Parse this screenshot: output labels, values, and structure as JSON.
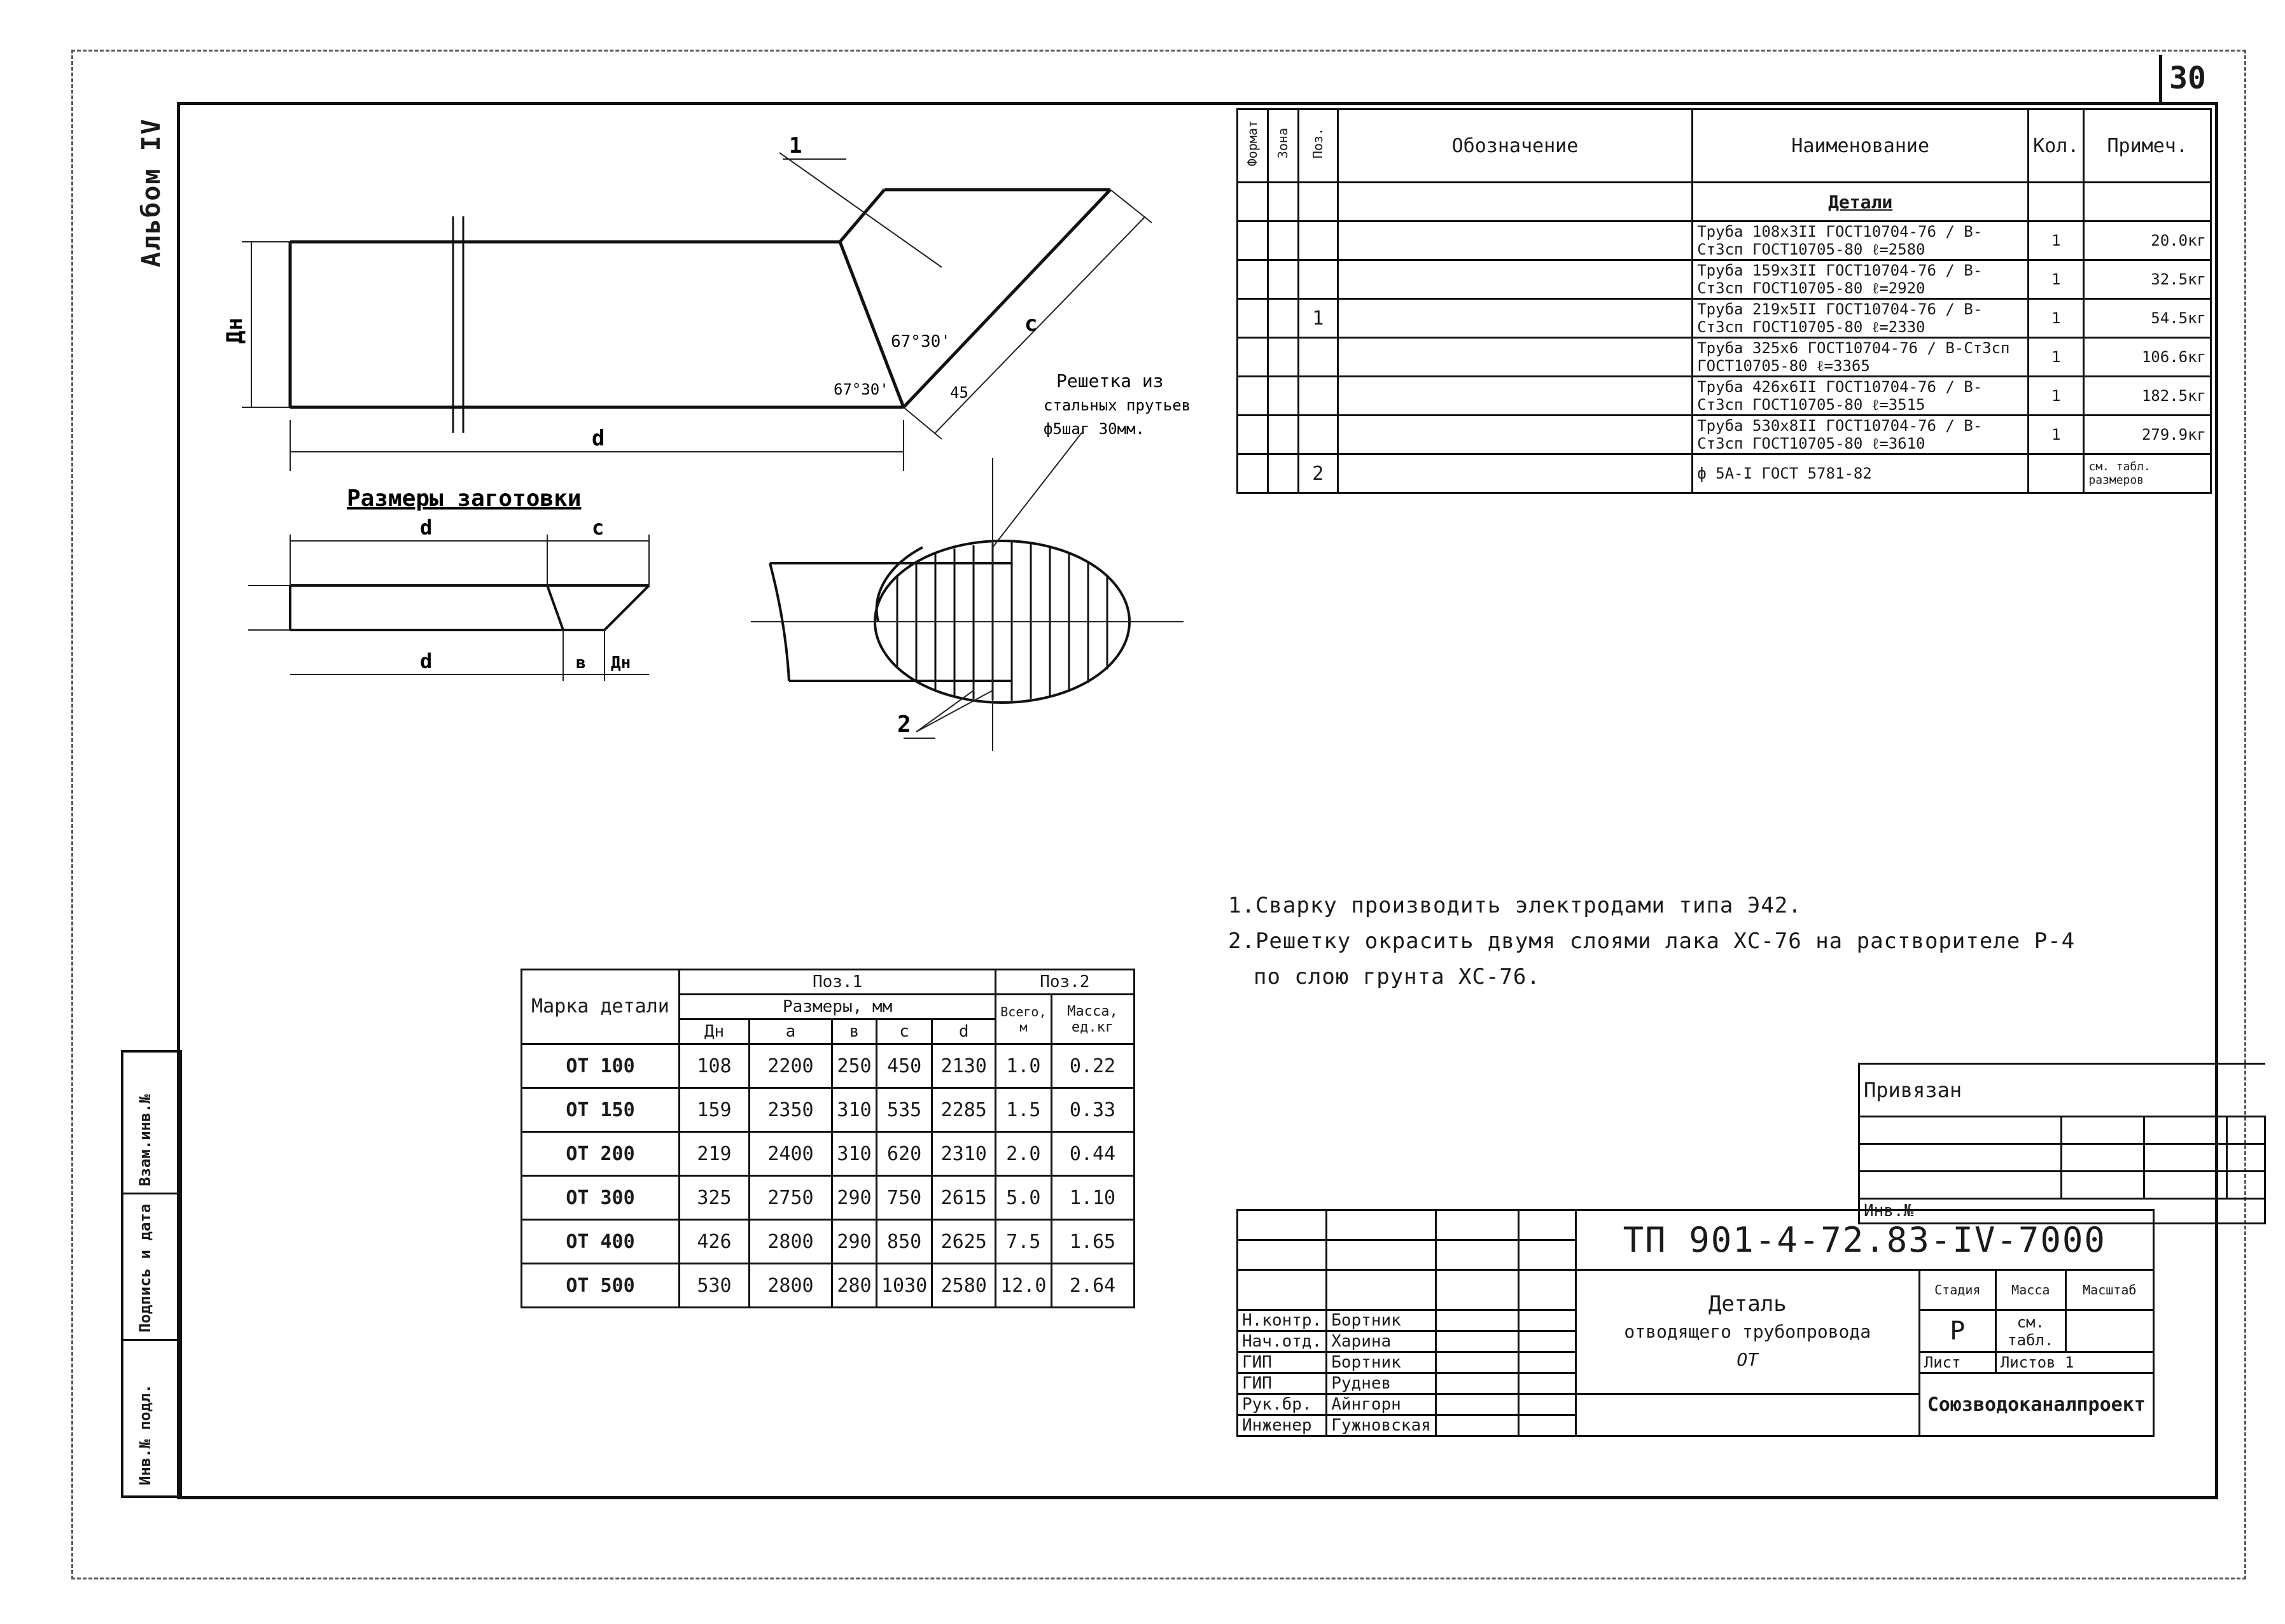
{
  "page_number": "30",
  "album": "Альбом IV",
  "left_strip": {
    "labels": [
      "Инв.№ подл.",
      "Подпись и дата",
      "Взам.инв.№"
    ]
  },
  "drawing": {
    "dim_dn": "Дн",
    "dim_d": "d",
    "dim_c": "c",
    "dim_b": "в",
    "angle1": "67°30'",
    "angle2": "67°30'",
    "angle3": "45",
    "leader1": "1",
    "leader2": "2",
    "grille_note": [
      "Решетка из",
      "стальных прутьев",
      "ф5шаг 30мм."
    ],
    "blank_title": "Размеры заготовки"
  },
  "spec_table": {
    "headers": {
      "format": "Формат",
      "zone": "Зона",
      "pos": "Поз.",
      "designation": "Обозначение",
      "name": "Наименование",
      "qty": "Кол.",
      "note": "Примеч."
    },
    "section_title": "Детали",
    "rows": [
      {
        "pos": "",
        "name": "Труба 108х3II ГОСТ10704-76 / В-Ст3сп ГОСТ10705-80 ℓ=2580",
        "qty": "1",
        "note": "20.0кг"
      },
      {
        "pos": "",
        "name": "Труба 159х3II ГОСТ10704-76 / В-Ст3сп ГОСТ10705-80 ℓ=2920",
        "qty": "1",
        "note": "32.5кг"
      },
      {
        "pos": "1",
        "name": "Труба 219х5II ГОСТ10704-76 / В-Ст3сп ГОСТ10705-80 ℓ=2330",
        "qty": "1",
        "note": "54.5кг"
      },
      {
        "pos": "",
        "name": "Труба 325х6 ГОСТ10704-76 / В-Ст3сп ГОСТ10705-80 ℓ=3365",
        "qty": "1",
        "note": "106.6кг"
      },
      {
        "pos": "",
        "name": "Труба 426х6II ГОСТ10704-76 / В-Ст3сп ГОСТ10705-80 ℓ=3515",
        "qty": "1",
        "note": "182.5кг"
      },
      {
        "pos": "",
        "name": "Труба 530х8II ГОСТ10704-76 / В-Ст3сп ГОСТ10705-80 ℓ=3610",
        "qty": "1",
        "note": "279.9кг"
      },
      {
        "pos": "2",
        "name": "ф 5А-I ГОСТ 5781-82",
        "qty": "",
        "note": "см. табл. размеров"
      }
    ]
  },
  "notes": [
    "1.Сварку производить электродами  типа Э42.",
    "2.Решетку окрасить двумя слоями лака ХС-76 на растворителе Р-4",
    "по слою грунта ХС-76."
  ],
  "dims_table": {
    "head_mark": "Марка детали",
    "head_pos1": "Поз.1",
    "head_pos2": "Поз.2",
    "head_sizes": "Размеры, мм",
    "head_total": "Всего, м",
    "head_mass": "Масса, ед.кг",
    "cols": [
      "Дн",
      "а",
      "в",
      "с",
      "d"
    ],
    "rows": [
      [
        "ОТ 100",
        "108",
        "2200",
        "250",
        "450",
        "2130",
        "1.0",
        "0.22"
      ],
      [
        "ОТ 150",
        "159",
        "2350",
        "310",
        "535",
        "2285",
        "1.5",
        "0.33"
      ],
      [
        "ОТ 200",
        "219",
        "2400",
        "310",
        "620",
        "2310",
        "2.0",
        "0.44"
      ],
      [
        "ОТ 300",
        "325",
        "2750",
        "290",
        "750",
        "2615",
        "5.0",
        "1.10"
      ],
      [
        "ОТ 400",
        "426",
        "2800",
        "290",
        "850",
        "2625",
        "7.5",
        "1.65"
      ],
      [
        "ОТ 500",
        "530",
        "2800",
        "280",
        "1030",
        "2580",
        "12.0",
        "2.64"
      ]
    ]
  },
  "privyazan": {
    "title": "Привязан",
    "inv": "Инв.№"
  },
  "title_block": {
    "code": "ТП 901-4-72.83-IV-7000",
    "name_line1": "Деталь",
    "name_line2": "отводящего трубопровода",
    "name_line3": "ОТ",
    "stage_h": "Стадия",
    "mass_h": "Масса",
    "scale_h": "Масштаб",
    "stage": "Р",
    "mass": "см. табл.",
    "sheet_h": "Лист",
    "sheets_h": "Листов 1",
    "org": "Союзводоканалпроект",
    "people": [
      [
        "Н.контр.",
        "Бортник"
      ],
      [
        "Нач.отд.",
        "Харина"
      ],
      [
        "ГИП",
        "Бортник"
      ],
      [
        "ГИП",
        "Руднев"
      ],
      [
        "Рук.бр.",
        "Айнгорн"
      ],
      [
        "Инженер",
        "Гужновская"
      ]
    ]
  }
}
